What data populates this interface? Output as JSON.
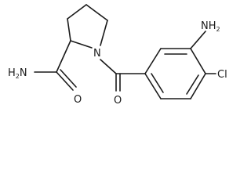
{
  "molecule": {
    "atoms": {
      "amide_nitrogen": {
        "text": "H",
        "sub": "2",
        "suffix": "N"
      },
      "amide_oxygen": "O",
      "ring_nitrogen": "N",
      "carbonyl_oxygen": "O",
      "amino_group": {
        "prefix": "NH",
        "sub": "2"
      },
      "chlorine": "Cl"
    }
  }
}
